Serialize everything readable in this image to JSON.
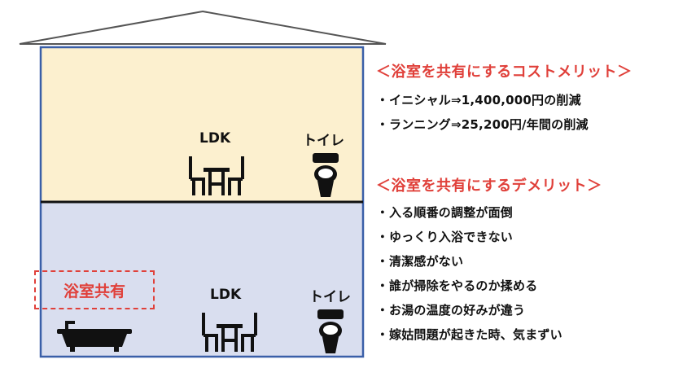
{
  "floors": {
    "upper": {
      "fill": "#fcf0cf",
      "ldk_label": "LDK",
      "toilet_label": "トイレ"
    },
    "lower": {
      "fill": "#d9deef",
      "ldk_label": "LDK",
      "toilet_label": "トイレ",
      "bath_badge": "浴室共有"
    }
  },
  "icons": {
    "dining": "dining-table-chairs-icon",
    "toilet": "toilet-icon",
    "bath": "bathtub-icon"
  },
  "colors": {
    "wall": "#3a5fa8",
    "accent_red": "#e0403a",
    "floor_line": "#111111"
  },
  "merits": {
    "title": "＜浴室を共有にするコストメリット＞",
    "items": [
      "イニシャル⇒1,400,000円の削減",
      "ランニング⇒25,200円/年間の削減"
    ]
  },
  "demerits": {
    "title": "＜浴室を共有にするデメリット＞",
    "items": [
      "入る順番の調整が面倒",
      "ゆっくり入浴できない",
      "清潔感がない",
      "誰が掃除をやるのか揉める",
      "お湯の温度の好みが違う",
      "嫁姑問題が起きた時、気まずい"
    ]
  },
  "bullet": "・"
}
